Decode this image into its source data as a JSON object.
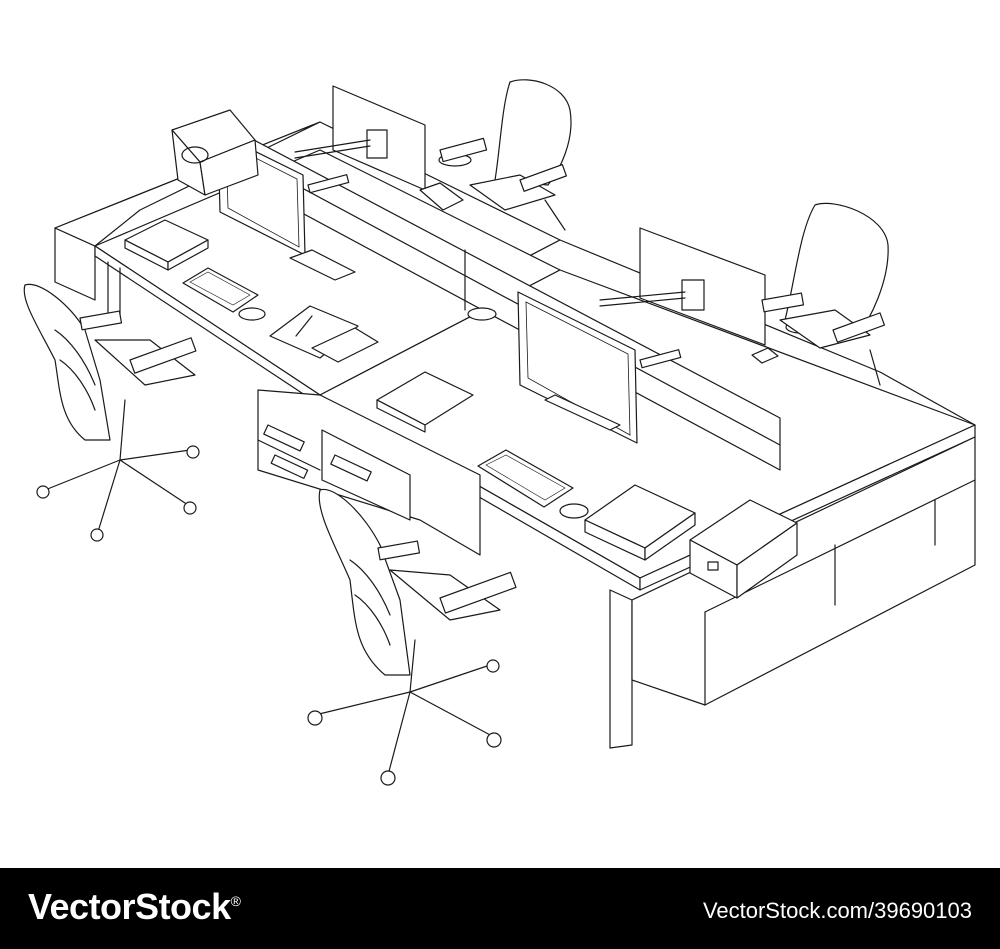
{
  "image": {
    "subject": "office-workstation-line-drawing",
    "colors": {
      "background": "#ffffff",
      "line": "#1a1a1a",
      "footer": "#000000",
      "footer_text": "#ffffff"
    }
  },
  "footer": {
    "brand": "VectorStock",
    "registered_mark": "®",
    "image_id": "VectorStock.com/39690103"
  }
}
